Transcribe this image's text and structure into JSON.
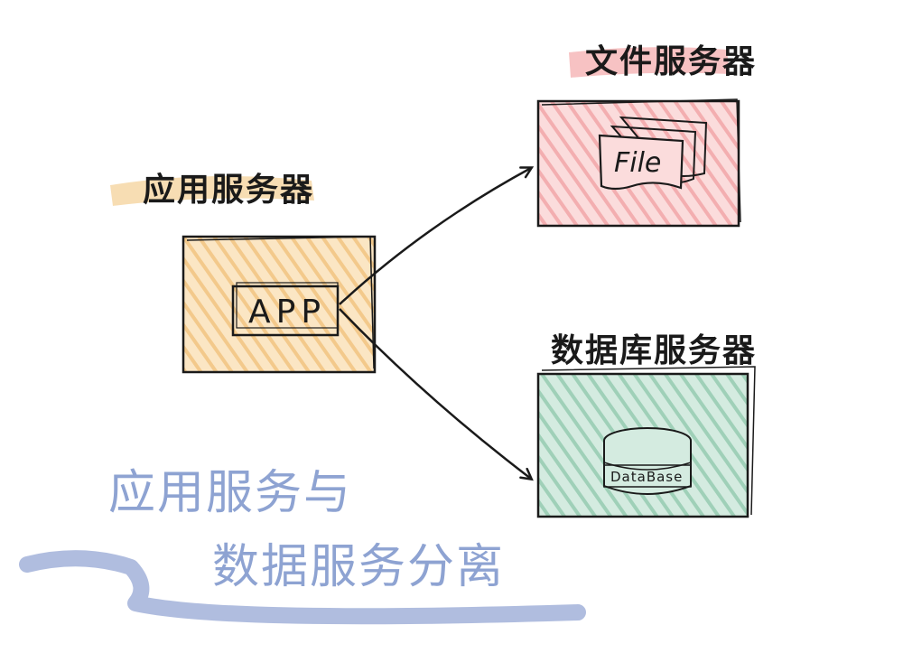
{
  "diagram": {
    "app_server": {
      "label": "应用服务器",
      "inner_box": "APP",
      "fill_color": "#f6d59f",
      "highlight_color": "#f3c98b"
    },
    "file_server": {
      "label": "文件服务器",
      "inner_icon_text": "File",
      "fill_color": "#f4b9b9",
      "highlight_color": "#f5b6b6"
    },
    "db_server": {
      "label": "数据库服务器",
      "inner_icon_text": "DataBase",
      "fill_color": "#a9d5c0"
    },
    "caption": {
      "line1": "应用服务与",
      "line2": "数据服务分离",
      "color": "#8ea3d2"
    },
    "arrows": [
      {
        "from": "app_server",
        "to": "file_server"
      },
      {
        "from": "app_server",
        "to": "db_server"
      }
    ]
  }
}
